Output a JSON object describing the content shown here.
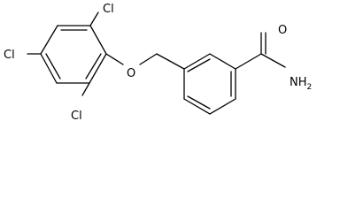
{
  "molecule": {
    "atoms": {
      "cl_top_left": "Cl",
      "cl_top_right": "Cl",
      "cl_bottom": "Cl",
      "o_ether": "O",
      "o_carbonyl": "O",
      "n_amide": "NH",
      "n_amide_h_count": "2"
    }
  }
}
